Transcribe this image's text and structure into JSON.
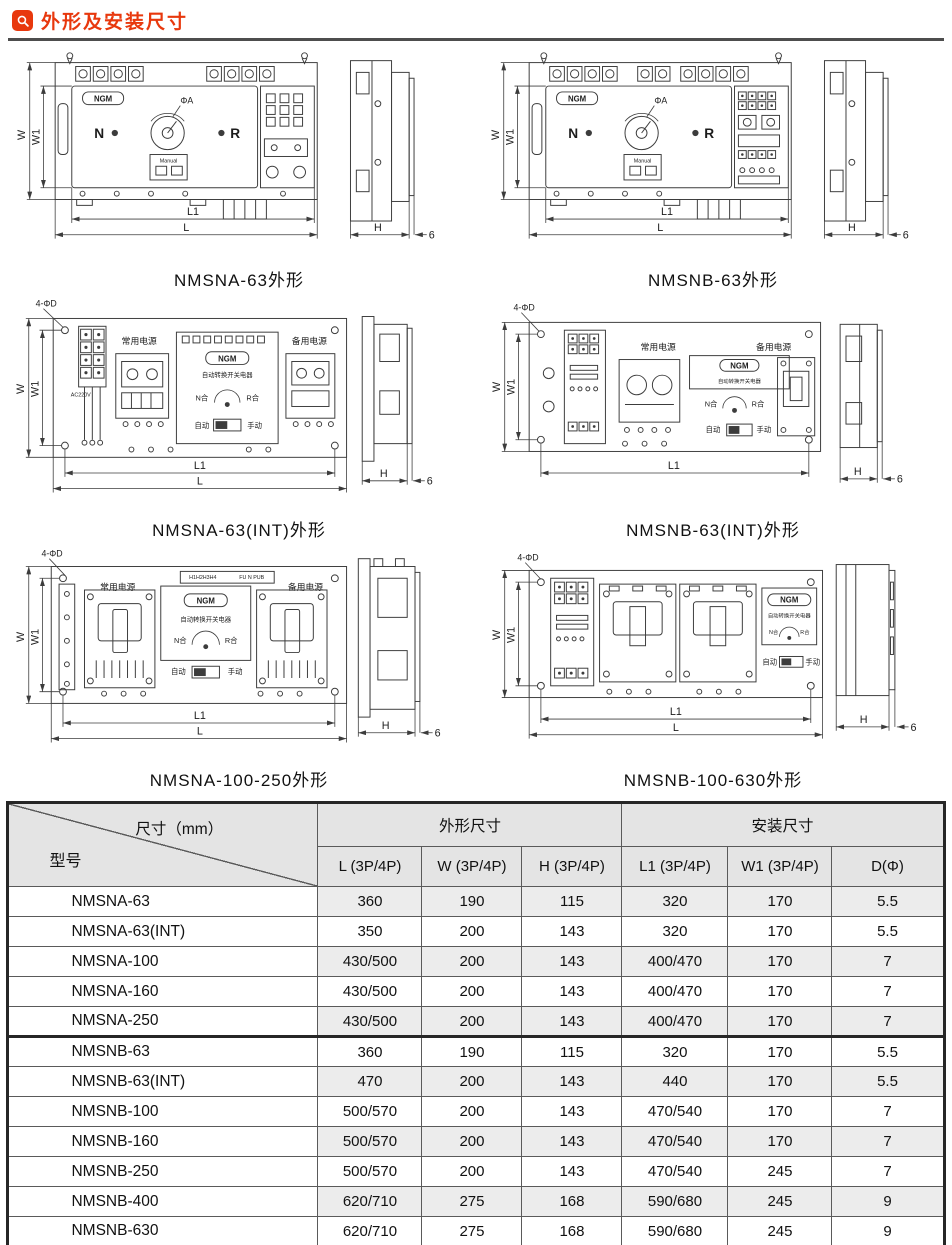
{
  "page": {
    "title": "外形及安装尺寸"
  },
  "colors": {
    "accent_red": "#e8380d",
    "table_header_bg": "#e4e4e4"
  },
  "labels": {
    "w": "W",
    "w1": "W1",
    "l": "L",
    "l1": "L1",
    "h": "H",
    "plate_thickness": "6",
    "phi_a": "ΦA",
    "phi_d": "4-ΦD",
    "n": "N",
    "r": "R",
    "logo": "NGM",
    "manual_en": "Manual",
    "normal_power": "常用电源",
    "standby_power": "备用电源",
    "ats_controller": "自动转换开关电器",
    "n_close": "N合",
    "r_close": "R合",
    "auto": "自动",
    "manual": "手动",
    "ac220v": "AC220V",
    "terminal_marks_left": "H1H2H3H4",
    "terminal_marks_right": "FU N PUB"
  },
  "figures": [
    {
      "caption": "NMSNA-63外形"
    },
    {
      "caption": "NMSNB-63外形"
    },
    {
      "caption": "NMSNA-63(INT)外形"
    },
    {
      "caption": "NMSNB-63(INT)外形"
    },
    {
      "caption": "NMSNA-100-250外形"
    },
    {
      "caption": "NMSNB-100-630外形"
    }
  ],
  "table": {
    "corner_top": "尺寸（mm）",
    "corner_bottom": "型号",
    "groups": [
      {
        "label": "外形尺寸"
      },
      {
        "label": "安装尺寸"
      }
    ],
    "columns": [
      "L (3P/4P)",
      "W (3P/4P)",
      "H (3P/4P)",
      "L1 (3P/4P)",
      "W1 (3P/4P)",
      "D(Φ)"
    ],
    "rows": [
      {
        "series": "NMSNA",
        "model": "NMSNA-63",
        "values": [
          "360",
          "190",
          "115",
          "320",
          "170",
          "5.5"
        ]
      },
      {
        "series": "NMSNA",
        "model": "NMSNA-63(INT)",
        "values": [
          "350",
          "200",
          "143",
          "320",
          "170",
          "5.5"
        ]
      },
      {
        "series": "NMSNA",
        "model": "NMSNA-100",
        "values": [
          "430/500",
          "200",
          "143",
          "400/470",
          "170",
          "7"
        ]
      },
      {
        "series": "NMSNA",
        "model": "NMSNA-160",
        "values": [
          "430/500",
          "200",
          "143",
          "400/470",
          "170",
          "7"
        ]
      },
      {
        "series": "NMSNA",
        "model": "NMSNA-250",
        "values": [
          "430/500",
          "200",
          "143",
          "400/470",
          "170",
          "7"
        ]
      },
      {
        "series": "NMSNB",
        "model": "NMSNB-63",
        "values": [
          "360",
          "190",
          "115",
          "320",
          "170",
          "5.5"
        ]
      },
      {
        "series": "NMSNB",
        "model": "NMSNB-63(INT)",
        "values": [
          "470",
          "200",
          "143",
          "440",
          "170",
          "5.5"
        ]
      },
      {
        "series": "NMSNB",
        "model": "NMSNB-100",
        "values": [
          "500/570",
          "200",
          "143",
          "470/540",
          "170",
          "7"
        ]
      },
      {
        "series": "NMSNB",
        "model": "NMSNB-160",
        "values": [
          "500/570",
          "200",
          "143",
          "470/540",
          "170",
          "7"
        ]
      },
      {
        "series": "NMSNB",
        "model": "NMSNB-250",
        "values": [
          "500/570",
          "200",
          "143",
          "470/540",
          "245",
          "7"
        ]
      },
      {
        "series": "NMSNB",
        "model": "NMSNB-400",
        "values": [
          "620/710",
          "275",
          "168",
          "590/680",
          "245",
          "9"
        ]
      },
      {
        "series": "NMSNB",
        "model": "NMSNB-630",
        "values": [
          "620/710",
          "275",
          "168",
          "590/680",
          "245",
          "9"
        ]
      }
    ]
  }
}
